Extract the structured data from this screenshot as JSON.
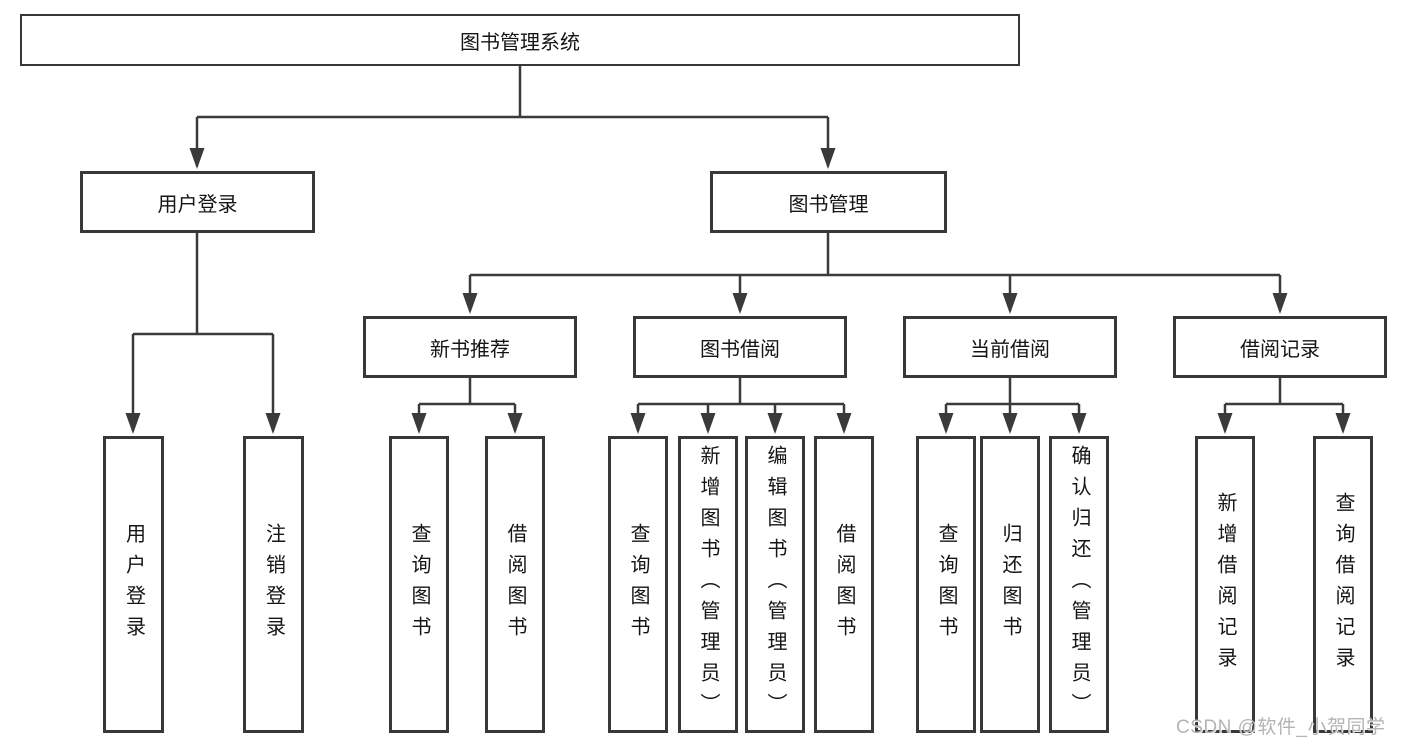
{
  "chart": {
    "root": {
      "label": "图书管理系统"
    },
    "branches": [
      {
        "label": "用户登录",
        "children": [
          {
            "label": "用户登录"
          },
          {
            "label": "注销登录"
          }
        ]
      },
      {
        "label": "图书管理",
        "children": [
          {
            "label": "新书推荐",
            "children": [
              {
                "label": "查询图书"
              },
              {
                "label": "借阅图书"
              }
            ]
          },
          {
            "label": "图书借阅",
            "children": [
              {
                "label": "查询图书"
              },
              {
                "label": "新增图书（管理员）"
              },
              {
                "label": "编辑图书（管理员）"
              },
              {
                "label": "借阅图书"
              }
            ]
          },
          {
            "label": "当前借阅",
            "children": [
              {
                "label": "查询图书"
              },
              {
                "label": "归还图书"
              },
              {
                "label": "确认归还（管理员）"
              }
            ]
          },
          {
            "label": "借阅记录",
            "children": [
              {
                "label": "新增借阅记录"
              },
              {
                "label": "查询借阅记录"
              }
            ]
          }
        ]
      }
    ]
  },
  "watermark": "CSDN @软件_小贺同学",
  "colors": {
    "line": "#3a3a3a",
    "box_border": "#383838",
    "text": "#151515",
    "background": "#ffffff",
    "watermark": "#b4b4b4"
  }
}
